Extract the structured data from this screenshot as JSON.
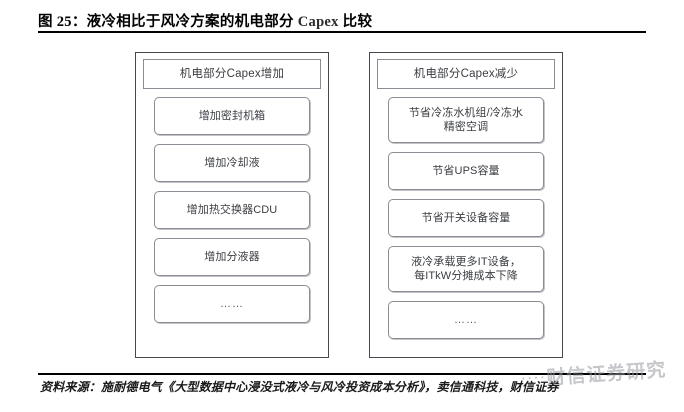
{
  "figure": {
    "title_prefix": "图 25：液冷相比于风冷方案的机电部分 ",
    "title_en": "Capex",
    "title_suffix": " 比较",
    "title_full": "图 25：液冷相比于风冷方案的机电部分 Capex 比较"
  },
  "columns": [
    {
      "id": "capex-increase",
      "header": "机电部分Capex增加",
      "items": [
        {
          "label": "增加密封机箱",
          "lines": 1
        },
        {
          "label": "增加冷却液",
          "lines": 1
        },
        {
          "label": "增加热交换器CDU",
          "lines": 1
        },
        {
          "label": "增加分液器",
          "lines": 1
        },
        {
          "label": "……",
          "lines": 1
        }
      ]
    },
    {
      "id": "capex-decrease",
      "header": "机电部分Capex减少",
      "items": [
        {
          "label": "节省冷冻水机组/冷冻水\n精密空调",
          "lines": 2
        },
        {
          "label": "节省UPS容量",
          "lines": 1
        },
        {
          "label": "节省开关设备容量",
          "lines": 1
        },
        {
          "label": "液冷承载更多IT设备，\n每ITkW分摊成本下降",
          "lines": 2
        },
        {
          "label": "……",
          "lines": 1
        }
      ]
    }
  ],
  "source": {
    "text": "资料来源：施耐德电气《大型数据中心浸没式液冷与风冷投资成本分析》，卖信通科技，财信证券"
  },
  "watermark": {
    "dots": "····",
    "text": "财信证券研究"
  },
  "colors": {
    "rule": "#000000",
    "column_border": "#44474d",
    "box_border": "#8a8d93",
    "text": "#3a3d42",
    "watermark": "#96999e"
  }
}
